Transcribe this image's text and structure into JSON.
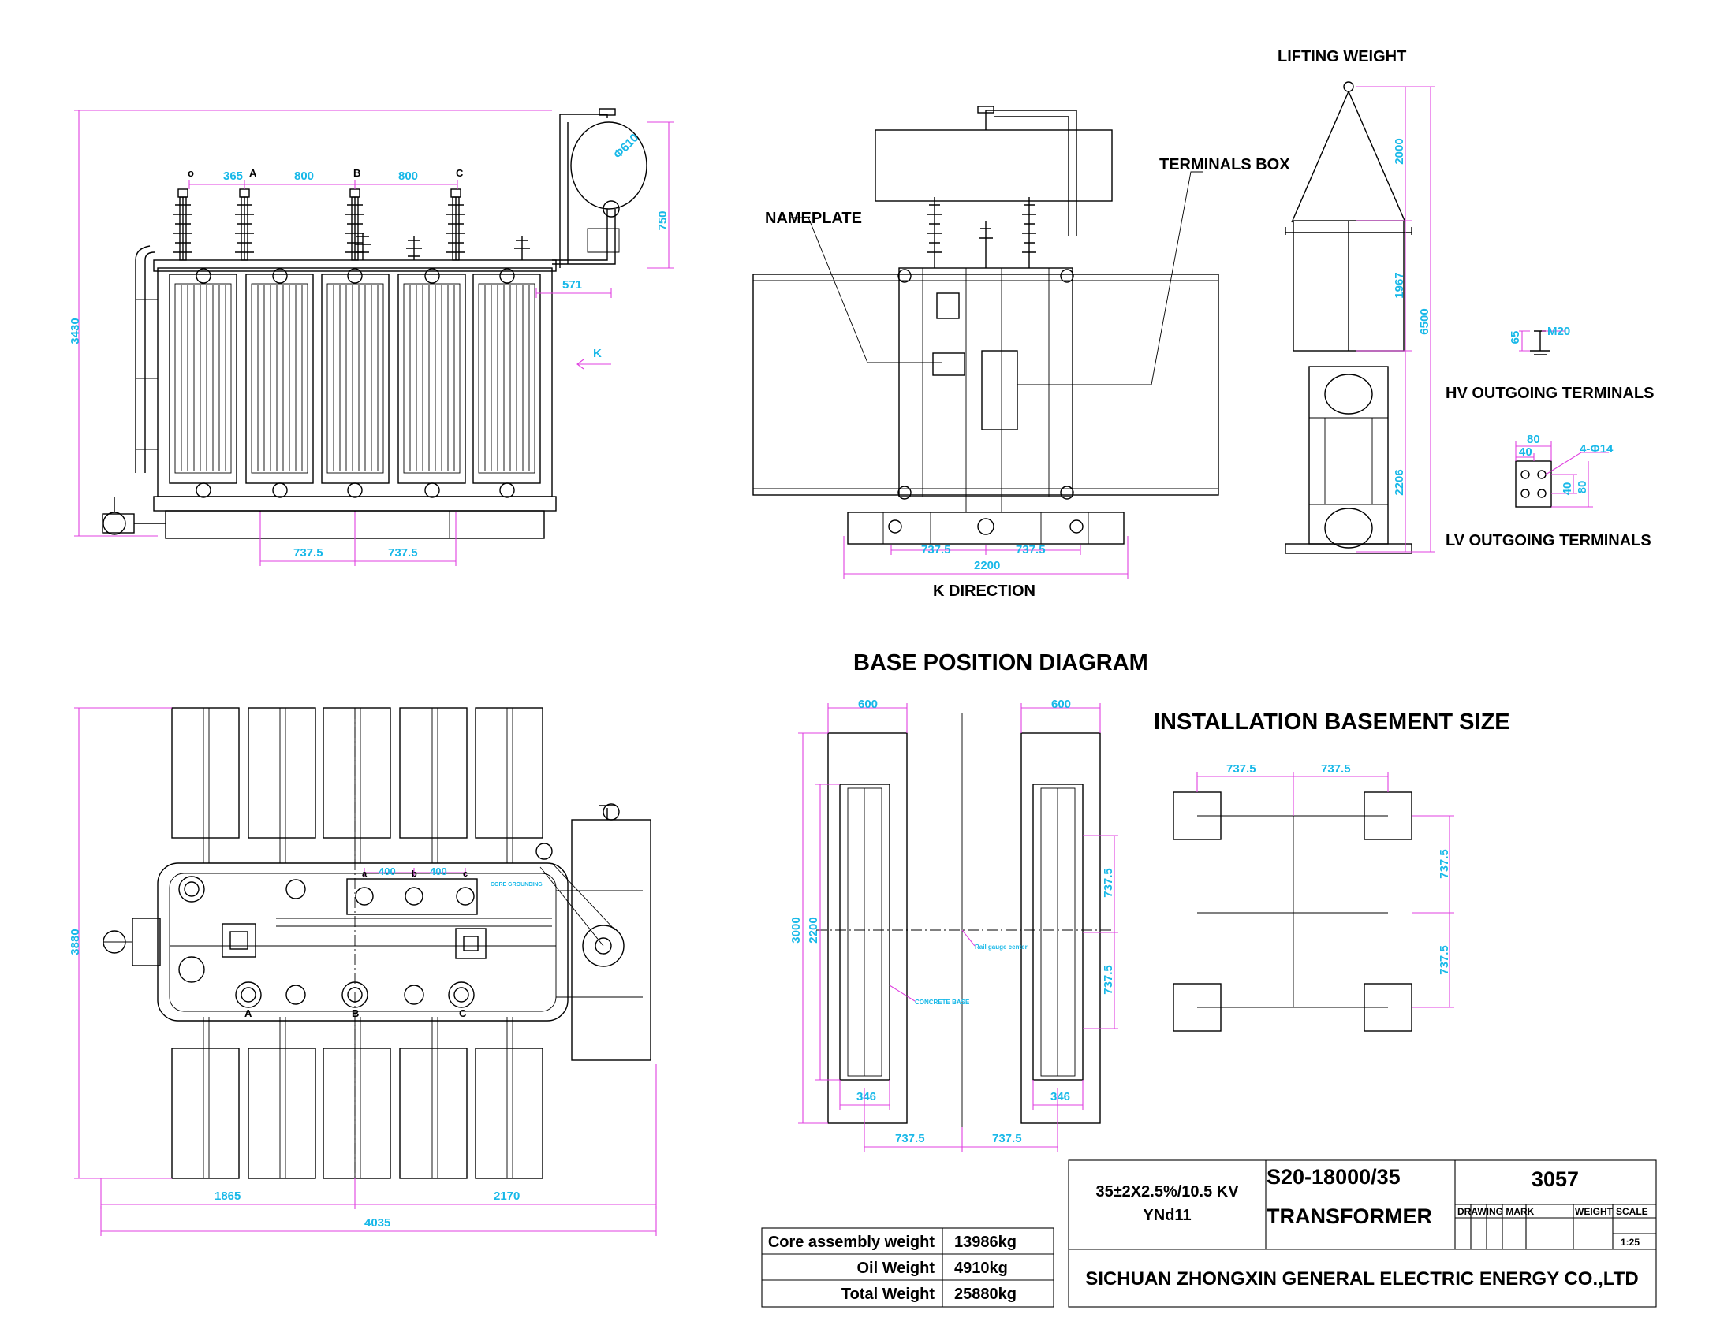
{
  "drawing": {
    "front": {
      "phases": [
        "o",
        "A",
        "B",
        "C"
      ],
      "dims": {
        "height": "3430",
        "top_365": "365",
        "top_800a": "800",
        "top_800b": "800",
        "conservator_dia": "Φ610",
        "conservator_h": "750",
        "conservator_off": "571",
        "bot_a": "737.5",
        "bot_b": "737.5"
      },
      "k_label": "K"
    },
    "side": {
      "labels": {
        "nameplate": "NAMEPLATE",
        "terminals_box": "TERMINALS BOX",
        "k_direction": "K DIRECTION"
      },
      "dims": {
        "a": "737.5",
        "b": "737.5",
        "total": "2200"
      }
    },
    "lifting": {
      "title": "LIFTING WEIGHT",
      "dims": {
        "d2000": "2000",
        "d1967": "1967",
        "d2206": "2206",
        "d6500": "6500"
      }
    },
    "terminals": {
      "hv": {
        "title": "HV OUTGOING TERMINALS",
        "d65": "65",
        "m20": "M20"
      },
      "lv": {
        "title": "LV OUTGOING TERMINALS",
        "d80": "80",
        "d40": "40",
        "holes": "4-Φ14",
        "d40b": "40",
        "d80b": "80"
      }
    },
    "plan": {
      "dims": {
        "height": "3880",
        "left": "1865",
        "right": "2170",
        "total": "4035"
      },
      "top_dims": {
        "d400a": "400",
        "d400b": "400"
      },
      "phases_top": [
        "a",
        "b",
        "c"
      ],
      "phases_bottom": [
        "A",
        "B",
        "C"
      ],
      "core_label": "CORE GROUNDING"
    },
    "base": {
      "title": "BASE POSITION DIAGRAM",
      "dims": {
        "w600a": "600",
        "w600b": "600",
        "h3000": "3000",
        "h2200": "2200",
        "v737a": "737.5",
        "v737b": "737.5",
        "w346a": "346",
        "w346b": "346",
        "b737a": "737.5",
        "b737b": "737.5"
      },
      "notes": {
        "rail": "Rail gauge center",
        "concrete": "CONCRETE BASE"
      }
    },
    "basement": {
      "title": "INSTALLATION BASEMENT SIZE",
      "dims": {
        "h1": "737.5",
        "h2": "737.5",
        "v1": "737.5",
        "v2": "737.5"
      }
    }
  },
  "weights": [
    {
      "label": "Core assembly weight",
      "value": "13986kg"
    },
    {
      "label": "Oil Weight",
      "value": "4910kg"
    },
    {
      "label": "Total Weight",
      "value": "25880kg"
    }
  ],
  "title_block": {
    "voltage": "35±2X2.5%/10.5 KV",
    "vector": "YNd11",
    "model": "S20-18000/35",
    "type": "TRANSFORMER",
    "number": "3057",
    "drawing_mark": "DRAWING MARK",
    "weight_hdr": "WEIGHT",
    "scale_hdr": "SCALE",
    "scale": "1:25",
    "company": "SICHUAN ZHONGXIN GENERAL ELECTRIC ENERGY CO.,LTD"
  }
}
